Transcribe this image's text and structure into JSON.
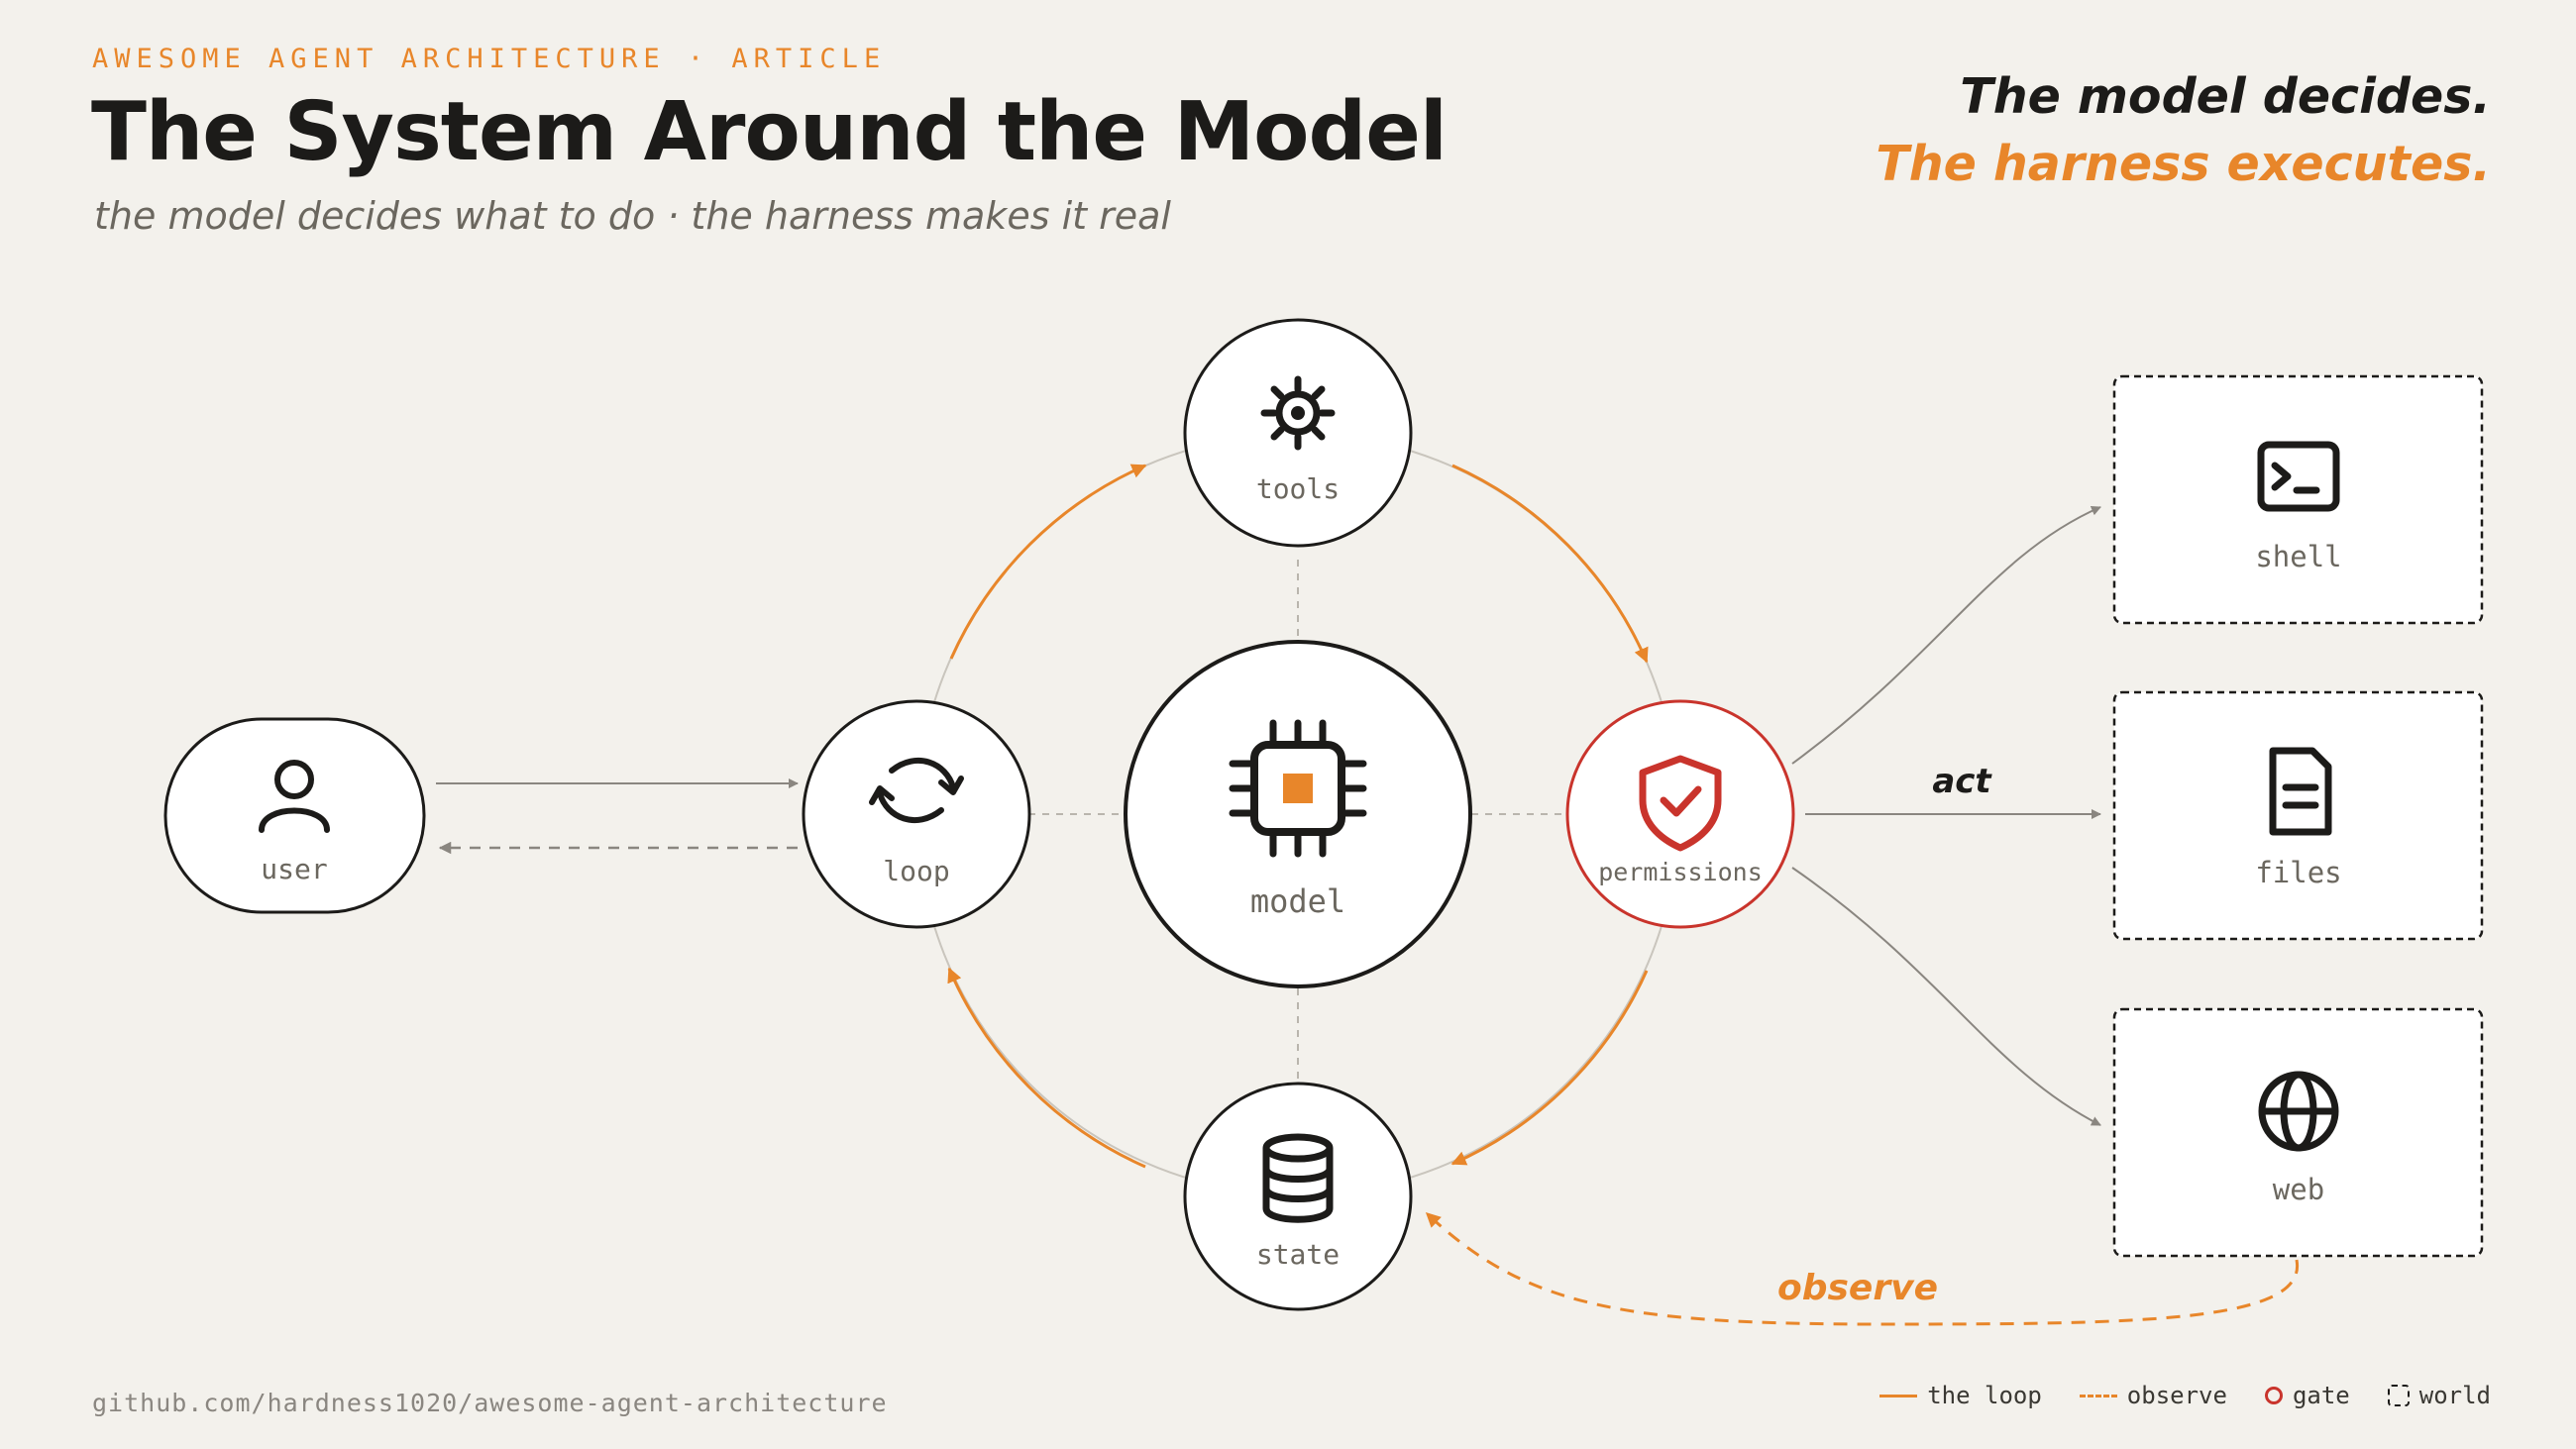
{
  "header": {
    "eyebrow": "AWESOME AGENT ARCHITECTURE · ARTICLE",
    "title": "The System Around the Model",
    "subtitle": "the model decides what to do · the harness makes it real",
    "tagline_line1": "The model decides.",
    "tagline_line2": "The harness executes."
  },
  "nodes": {
    "user": "user",
    "loop": "loop",
    "model": "model",
    "tools": "tools",
    "permissions": "permissions",
    "state": "state",
    "shell": "shell",
    "files": "files",
    "web": "web"
  },
  "edge_labels": {
    "act": "act",
    "observe": "observe"
  },
  "footer": {
    "url": "github.com/hardness1020/awesome-agent-architecture"
  },
  "legend": {
    "loop": "the loop",
    "observe": "observe",
    "gate": "gate",
    "world": "world"
  },
  "colors": {
    "accent": "#e8862a",
    "gate": "#c9342c",
    "ink": "#1c1b19",
    "background": "#f3f1ec"
  },
  "icons": {
    "user": "person-icon",
    "loop": "refresh-arrows-icon",
    "model": "chip-icon",
    "tools": "gear-icon",
    "permissions": "shield-check-icon",
    "state": "database-icon",
    "shell": "terminal-icon",
    "files": "document-icon",
    "web": "globe-icon"
  }
}
